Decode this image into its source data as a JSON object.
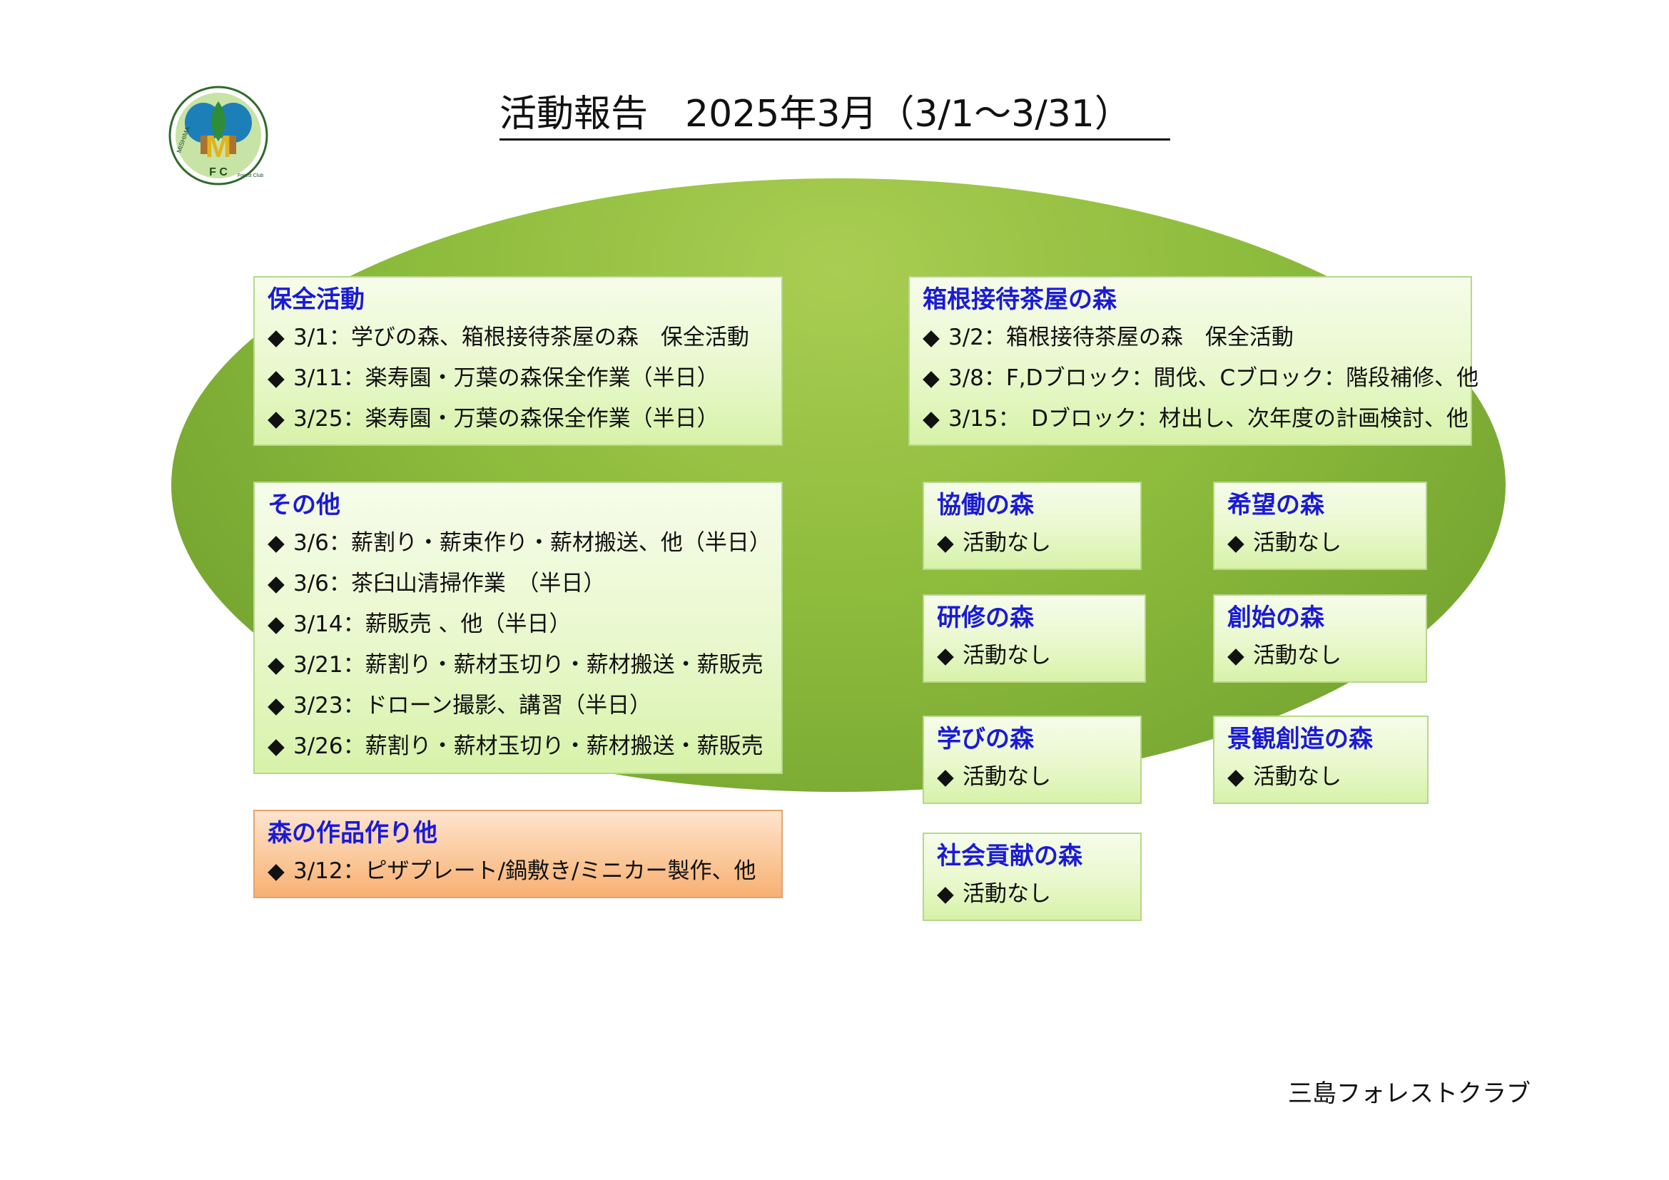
{
  "title": "活動報告　2025年3月（3/1～3/31）",
  "logo": {
    "text_top": "M",
    "text_ring": "MISHIMA",
    "text_bottom": "F C",
    "sub": "Forest Club"
  },
  "bullet": "◆",
  "sections": {
    "hozen": {
      "title": "保全活動",
      "items": [
        "3/1：学びの森、箱根接待茶屋の森　保全活動",
        "3/11：楽寿園・万葉の森保全作業（半日）",
        "3/25：楽寿園・万葉の森保全作業（半日）"
      ]
    },
    "sonota": {
      "title": "その他",
      "items": [
        "3/6：薪割り・薪束作り・薪材搬送、他（半日）",
        "3/6：茶臼山清掃作業　（半日）",
        "3/14：薪販売 、他（半日）",
        "3/21：薪割り・薪材玉切り・薪材搬送・薪販売",
        "3/23：ドローン撮影、講習（半日）",
        "3/26：薪割り・薪材玉切り・薪材搬送・薪販売"
      ]
    },
    "sakuhin": {
      "title": "森の作品作り他",
      "items": [
        "3/12：ピザプレート/鍋敷き/ミニカー製作、他"
      ]
    },
    "hakone": {
      "title": "箱根接待茶屋の森",
      "items": [
        "3/2：箱根接待茶屋の森　保全活動",
        "3/8：F,Dブロック：間伐、Cブロック：階段補修、他",
        "3/15：　Dブロック：材出し、次年度の計画検討、他"
      ]
    },
    "kyodo": {
      "title": "協働の森",
      "items": [
        "活動なし"
      ]
    },
    "kibo": {
      "title": "希望の森",
      "items": [
        "活動なし"
      ]
    },
    "kenshu": {
      "title": "研修の森",
      "items": [
        "活動なし"
      ]
    },
    "soshi": {
      "title": "創始の森",
      "items": [
        "活動なし"
      ]
    },
    "manabi": {
      "title": "学びの森",
      "items": [
        "活動なし"
      ]
    },
    "keikan": {
      "title": "景観創造の森",
      "items": [
        "活動なし"
      ]
    },
    "shakai": {
      "title": "社会貢献の森",
      "items": [
        "活動なし"
      ]
    }
  },
  "footer": "三島フォレストクラブ",
  "colors": {
    "heading": "#1a1ad6",
    "ellipse": "#8dbb3c",
    "box_green": "#e9f8cd",
    "box_orange": "#fbc89a"
  }
}
